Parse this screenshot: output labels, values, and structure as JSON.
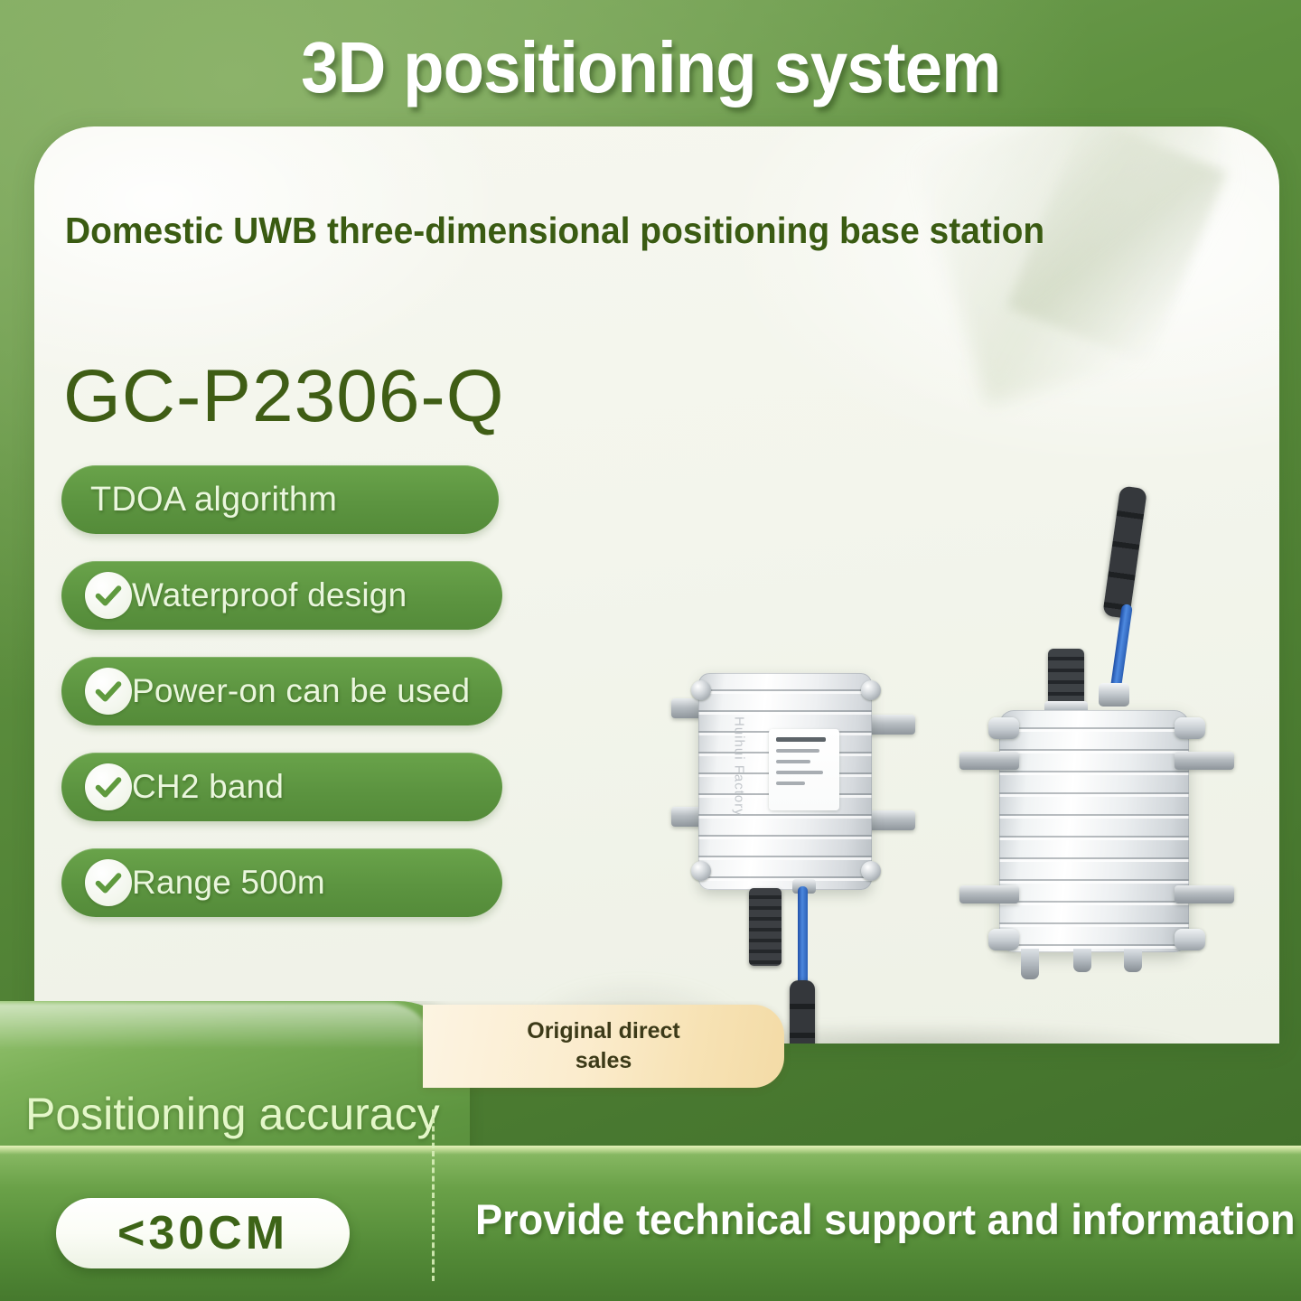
{
  "header": {
    "title": "3D positioning system"
  },
  "card": {
    "subtitle": "Domestic UWB three-dimensional positioning base station",
    "model": "GC-P2306-Q"
  },
  "features": [
    {
      "label": "TDOA algorithm",
      "check": false
    },
    {
      "label": "Waterproof design",
      "check": true
    },
    {
      "label": "Power-on can be used",
      "check": true
    },
    {
      "label": "CH2 band",
      "check": true
    },
    {
      "label": "Range 500m",
      "check": true
    }
  ],
  "product": {
    "watermark": "Huihui Factory"
  },
  "bottom": {
    "accuracy_label": "Positioning accuracy",
    "accuracy_value": "<30CM",
    "original_line1": "Original direct",
    "original_line2": "sales",
    "support_text": "Provide technical support and information"
  },
  "colors": {
    "brand_green": "#5c9440",
    "dark_green_text": "#3a5b12",
    "pill_text": "#eaf6dd",
    "card_bg": "#f3f5ec",
    "cream_tab": "#fbeccd",
    "accuracy_pill_text": "#3d6417"
  }
}
